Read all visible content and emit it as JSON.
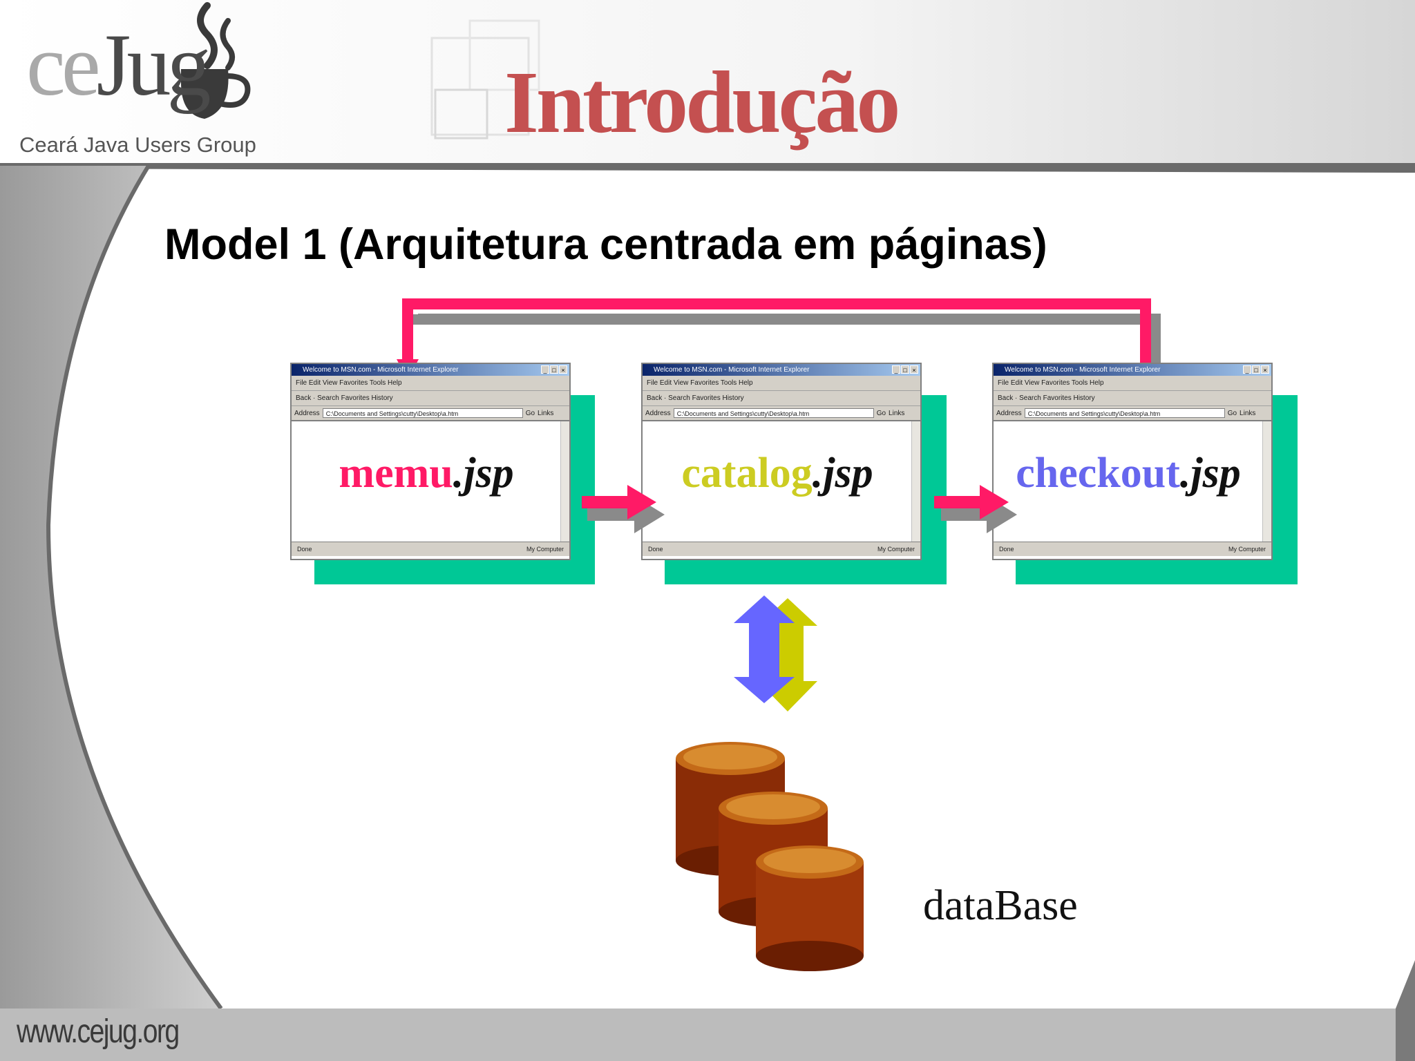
{
  "header": {
    "logo_text_prefix": "ce",
    "logo_text_suffix": "Jug",
    "logo_subtitle": "Ceará Java Users Group",
    "title": "Introdução"
  },
  "slide": {
    "subtitle": "Model 1 (Arquitetura centrada em páginas)"
  },
  "pages": [
    {
      "name": "memu",
      "ext": ".jsp",
      "color": "#ff1a66"
    },
    {
      "name": "catalog",
      "ext": ".jsp",
      "color": "#cccc22"
    },
    {
      "name": "checkout",
      "ext": ".jsp",
      "color": "#6666ee"
    }
  ],
  "browser": {
    "title": "Welcome to MSN.com - Microsoft Internet Explorer",
    "menu": "File  Edit  View  Favorites  Tools  Help",
    "toolbar": "Back  ·  Search  Favorites  History",
    "address_label": "Address",
    "address_value": "C:\\Documents and Settings\\cutty\\Desktop\\a.htm",
    "go_label": "Go",
    "links_label": "Links",
    "status_left": "Done",
    "status_right": "My Computer"
  },
  "database": {
    "label": "dataBase"
  },
  "footer": {
    "url": "www.cejug.org"
  },
  "colors": {
    "accent_pink": "#ff1a66",
    "shadow_teal": "#00c896",
    "db_brown": "#a0380a",
    "arrow_blue": "#6666ff",
    "arrow_yellow": "#cccc00"
  }
}
